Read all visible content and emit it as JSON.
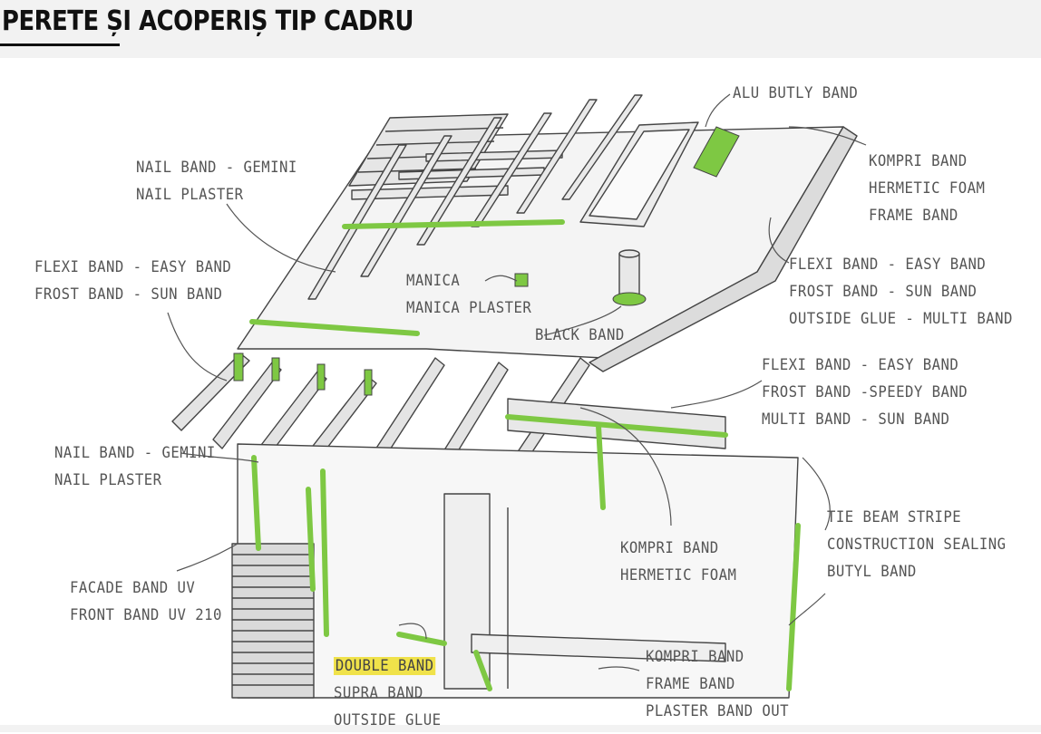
{
  "title": "PERETE ȘI ACOPERIȘ TIP CADRU",
  "colors": {
    "accent_green": "#7ec843",
    "line_gray": "#444444",
    "highlight": "#f0e24a",
    "label_gray": "#555555"
  },
  "labels": {
    "alu_butly": [
      "ALU BUTLY BAND"
    ],
    "nail_top": [
      "NAIL BAND - GEMINI",
      "NAIL PLASTER"
    ],
    "kompri_top": [
      "KOMPRI BAND",
      "HERMETIC FOAM",
      "FRAME BAND"
    ],
    "flexi_left": [
      "FLEXI BAND - EASY BAND",
      "FROST BAND - SUN BAND"
    ],
    "manica": [
      "MANICA",
      "MANICA PLASTER"
    ],
    "black_band": [
      "BLACK BAND"
    ],
    "flexi_right1": [
      "FLEXI BAND - EASY BAND",
      "FROST BAND - SUN BAND",
      "OUTSIDE GLUE - MULTI BAND"
    ],
    "flexi_right2": [
      "FLEXI BAND - EASY BAND",
      "FROST BAND -SPEEDY BAND",
      "MULTI BAND - SUN BAND"
    ],
    "nail_left": [
      "NAIL BAND - GEMINI",
      "NAIL PLASTER"
    ],
    "facade": [
      "FACADE BAND UV",
      "FRONT BAND UV 210"
    ],
    "kompri_mid": [
      "KOMPRI BAND",
      "HERMETIC FOAM"
    ],
    "tie_beam": [
      "TIE BEAM STRIPE",
      "CONSTRUCTION SEALING",
      "BUTYL BAND"
    ],
    "double_band": [
      "DOUBLE BAND",
      "SUPRA BAND",
      "OUTSIDE GLUE"
    ],
    "kompri_bottom": [
      "KOMPRI BAND",
      "FRAME BAND",
      "PLASTER BAND OUT"
    ]
  }
}
